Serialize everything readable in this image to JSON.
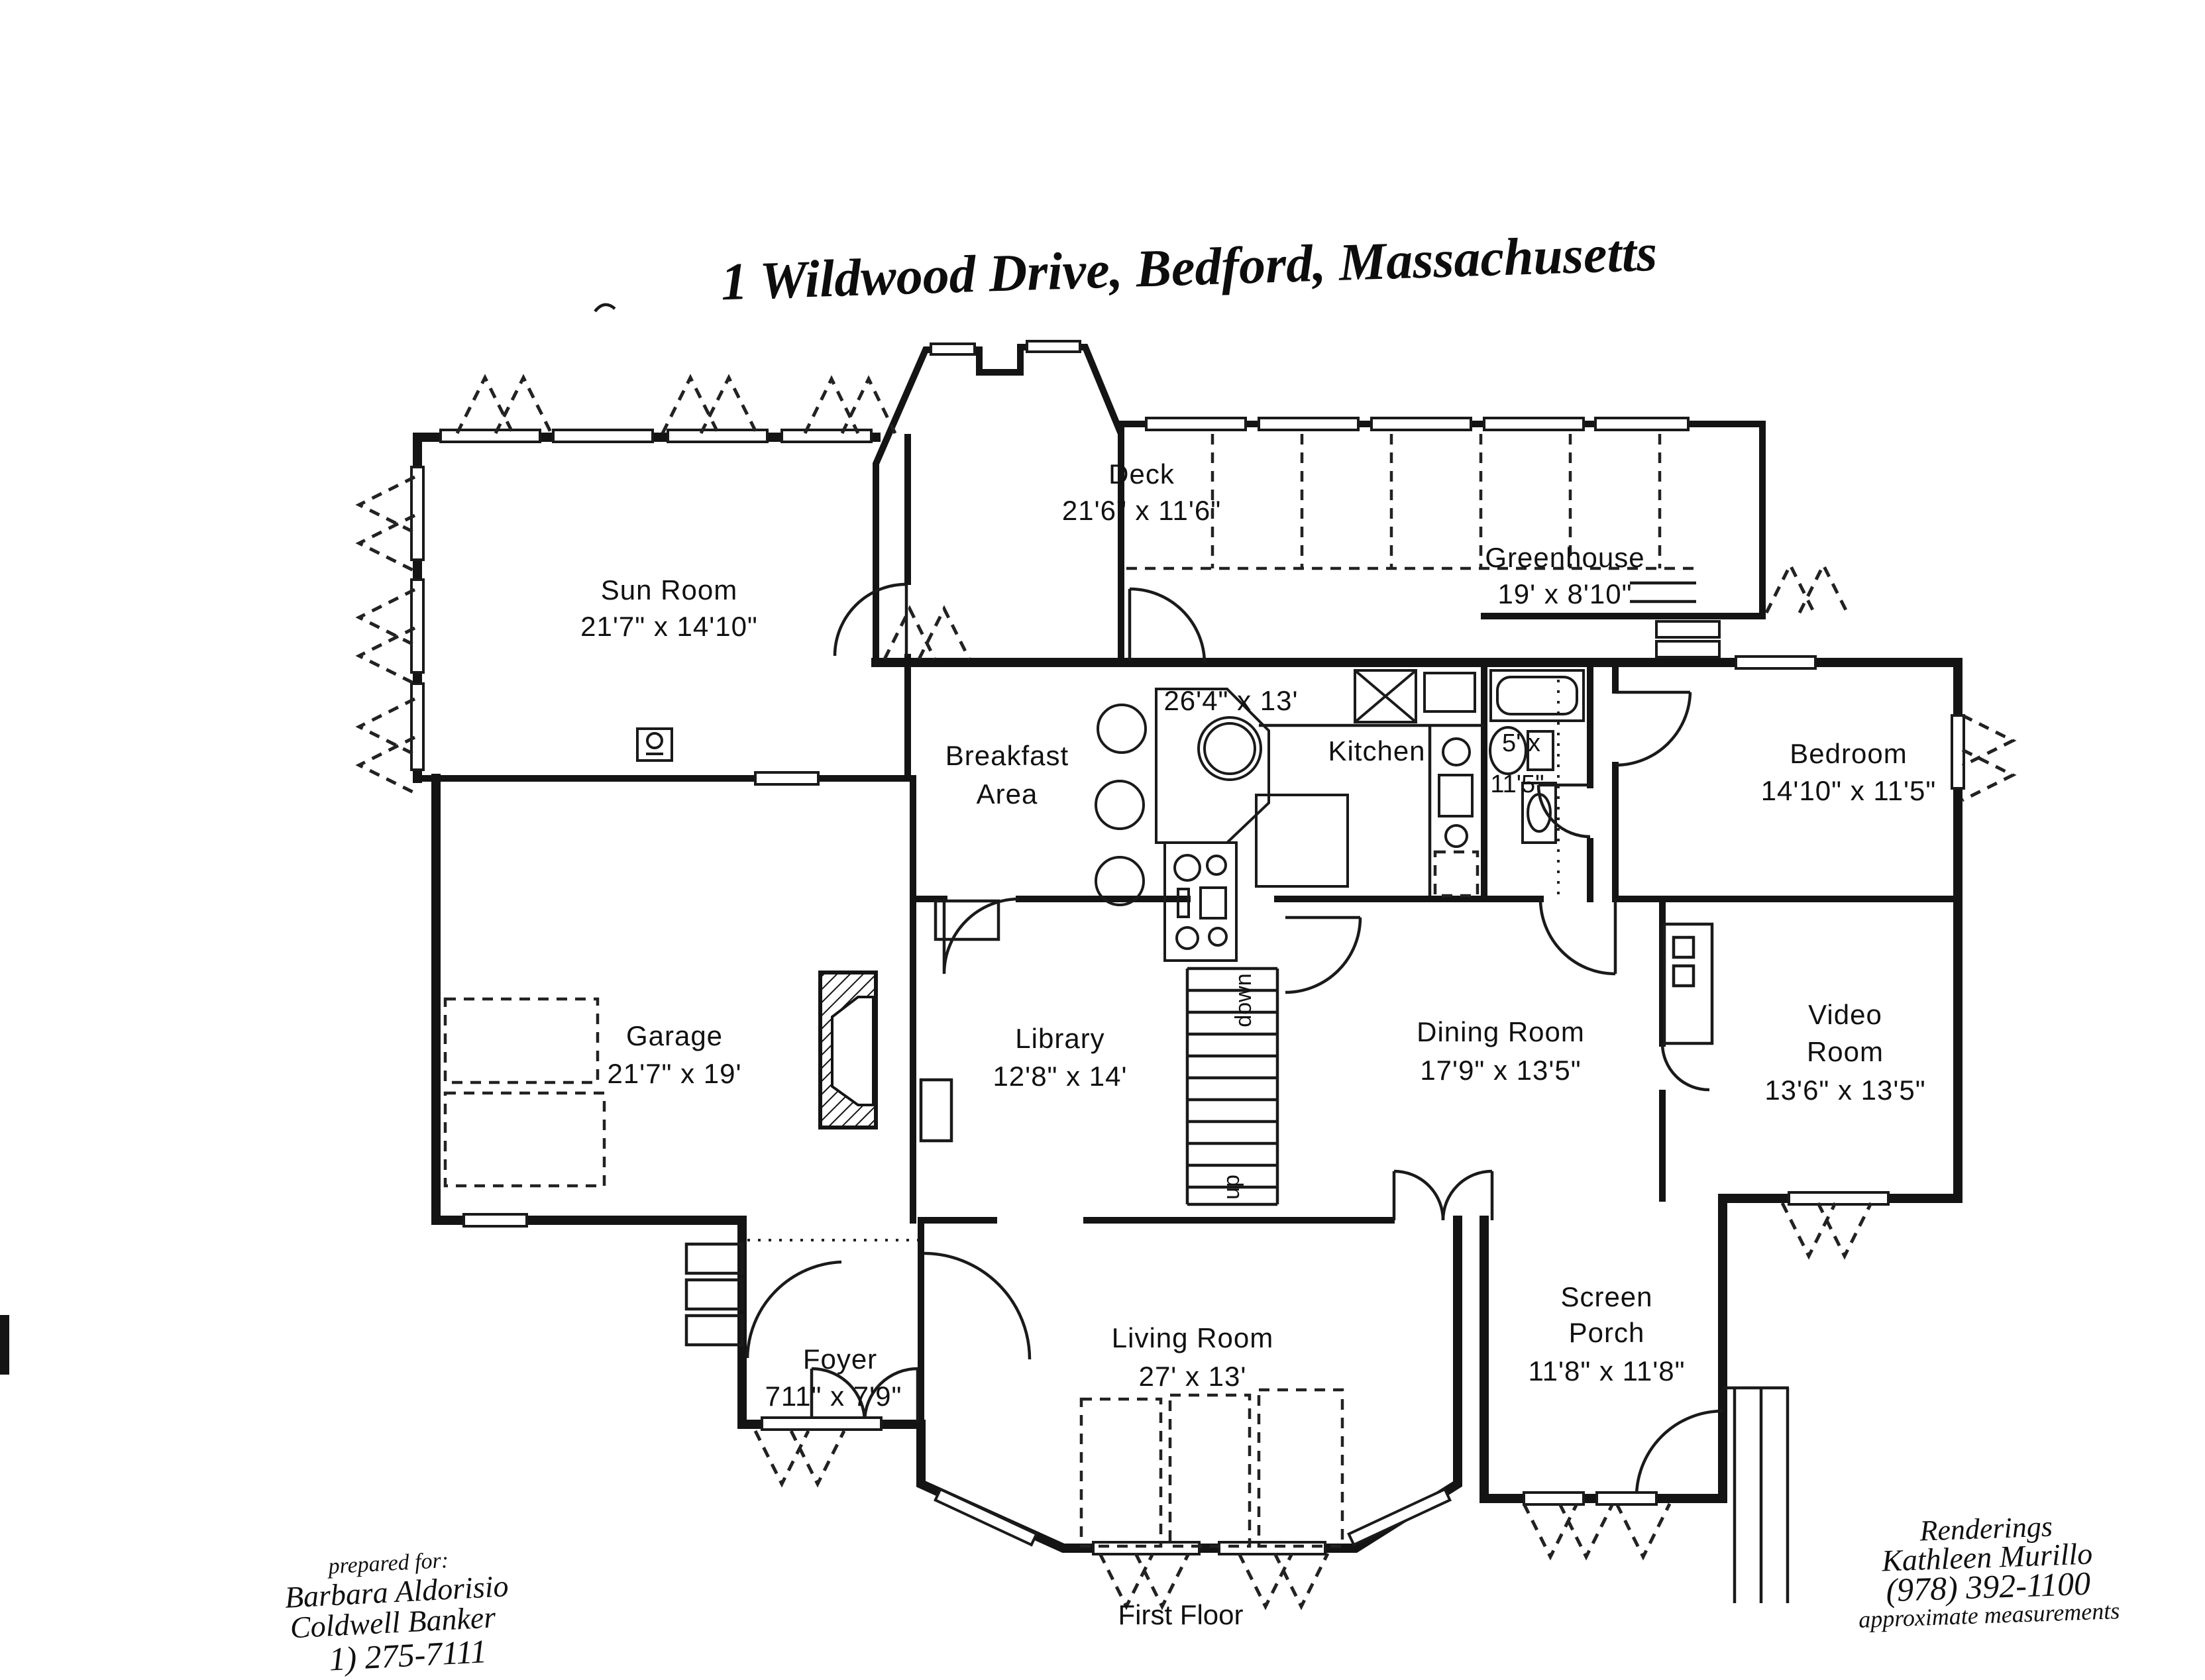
{
  "title": "1 Wildwood Drive, Bedford, Massachusetts",
  "rooms": {
    "sun_room": {
      "name": "Sun Room",
      "dims": "21'7\" x 14'10\""
    },
    "deck": {
      "name": "Deck",
      "dims": "21'6\" x 11'6\""
    },
    "greenhouse": {
      "name": "Greenhouse",
      "dims": "19' x 8'10\""
    },
    "breakfast": {
      "line1": "Breakfast",
      "line2": "Area"
    },
    "kitchen": {
      "name": "Kitchen",
      "dims": "26'4\" x 13'"
    },
    "bath": {
      "line1": "5' x",
      "line2": "11'5\""
    },
    "bedroom": {
      "name": "Bedroom",
      "dims": "14'10\" x 11'5\""
    },
    "garage": {
      "name": "Garage",
      "dims": "21'7\" x 19'"
    },
    "library": {
      "name": "Library",
      "dims": "12'8\" x 14'"
    },
    "dining_room": {
      "name": "Dining Room",
      "dims": "17'9\" x 13'5\""
    },
    "video_room": {
      "line1": "Video",
      "line2": "Room",
      "dims": "13'6\" x 13'5\""
    },
    "living_room": {
      "name": "Living Room",
      "dims": "27' x 13'"
    },
    "screen_porch": {
      "line1": "Screen",
      "line2": "Porch",
      "dims": "11'8\" x 11'8\""
    },
    "foyer": {
      "name": "Foyer",
      "dims": "711\" x 7'9\""
    }
  },
  "stairs": {
    "down": "down",
    "up": "up"
  },
  "footer": {
    "prepared_for": "prepared for:",
    "client": "Barbara Aldorisio",
    "company": "Coldwell Banker",
    "phone": "1) 275-7111",
    "floor": "First Floor",
    "renderings": "Renderings",
    "artist": "Kathleen Murillo",
    "artist_phone": "(978) 392-1100",
    "note": "approximate measurements"
  },
  "colors": {
    "ink": "#141414",
    "paper": "#ffffff"
  }
}
